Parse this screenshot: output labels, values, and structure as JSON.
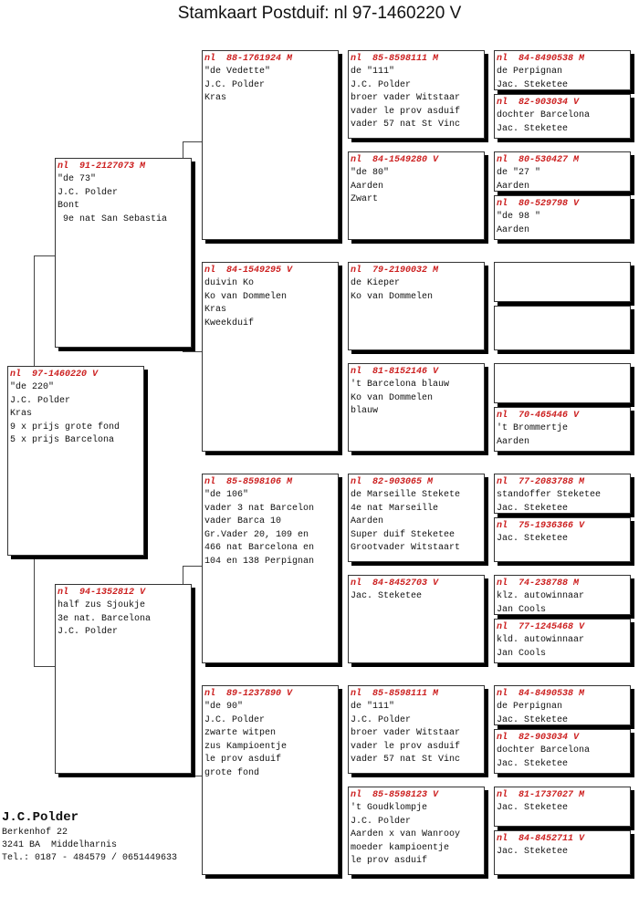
{
  "title": "Stamkaart Postduif: nl  97-1460220 V",
  "owner": {
    "name": "J.C.Polder",
    "address": "Berkenhof 22",
    "city": "3241 BA  Middelharnis",
    "phone": "Tel.: 0187 - 484579 / 0651449633"
  },
  "pedigree": {
    "subject": {
      "ring": "nl  97-1460220 V",
      "lines": [
        "\"de 220\"",
        "J.C. Polder",
        "Kras",
        "9 x prijs grote fond",
        "5 x prijs Barcelona"
      ]
    },
    "sire": {
      "ring": "nl  91-2127073 M",
      "lines": [
        "\"de 73\"",
        "J.C. Polder",
        "Bont",
        " 9e nat San Sebastia"
      ]
    },
    "dam": {
      "ring": "nl  94-1352812 V",
      "lines": [
        "half zus Sjoukje",
        "3e nat. Barcelona",
        "J.C. Polder"
      ]
    },
    "sire_sire": {
      "ring": "nl  88-1761924 M",
      "lines": [
        "\"de Vedette\"",
        "J.C. Polder",
        "Kras"
      ]
    },
    "sire_dam": {
      "ring": "nl  84-1549295 V",
      "lines": [
        "duivin Ko",
        "Ko van Dommelen",
        "Kras",
        "Kweekduif"
      ]
    },
    "dam_sire": {
      "ring": "nl  85-8598106 M",
      "lines": [
        "\"de 106\"",
        "vader 3 nat Barcelon",
        "vader Barca 10",
        "Gr.Vader 20, 109 en",
        "466 nat Barcelona en",
        "104 en 138 Perpignan"
      ]
    },
    "dam_dam": {
      "ring": "nl  89-1237890 V",
      "lines": [
        "\"de 90\"",
        "J.C. Polder",
        "zwarte witpen",
        "zus Kampioentje",
        "le prov asduif",
        "grote fond"
      ]
    },
    "ss_sire": {
      "ring": "nl  85-8598111 M",
      "lines": [
        "de \"111\"",
        "J.C. Polder",
        "broer vader Witstaar",
        "vader le prov asduif",
        "vader 57 nat St Vinc"
      ]
    },
    "ss_dam": {
      "ring": "nl  84-1549280 V",
      "lines": [
        "\"de 80\"",
        "Aarden",
        "Zwart"
      ]
    },
    "sd_sire": {
      "ring": "nl  79-2190032 M",
      "lines": [
        "de Kieper",
        "Ko van Dommelen"
      ]
    },
    "sd_dam": {
      "ring": "nl  81-8152146 V",
      "lines": [
        "'t Barcelona blauw",
        "Ko van Dommelen",
        "blauw"
      ]
    },
    "ds_sire": {
      "ring": "nl  82-903065 M",
      "lines": [
        "de Marseille Stekete",
        "4e nat Marseille",
        "Aarden",
        "Super duif Steketee",
        "Grootvader Witstaart"
      ]
    },
    "ds_dam": {
      "ring": "nl  84-8452703 V",
      "lines": [
        "",
        "Jac. Steketee"
      ]
    },
    "dd_sire": {
      "ring": "nl  85-8598111 M",
      "lines": [
        "de \"111\"",
        "J.C. Polder",
        "broer vader Witstaar",
        "vader le prov asduif",
        "vader 57 nat St Vinc"
      ]
    },
    "dd_dam": {
      "ring": "nl  85-8598123 V",
      "lines": [
        "'t Goudklompje",
        "J.C. Polder",
        "Aarden x van Wanrooy",
        "moeder kampioentje",
        "le prov asduif"
      ]
    },
    "g1": {
      "ring": "nl  84-8490538 M",
      "lines": [
        "de Perpignan",
        "Jac. Steketee"
      ]
    },
    "g2": {
      "ring": "nl  82-903034 V",
      "lines": [
        "dochter Barcelona",
        "Jac. Steketee"
      ]
    },
    "g3": {
      "ring": "nl  80-530427 M",
      "lines": [
        "de \"27 \"",
        "Aarden"
      ]
    },
    "g4": {
      "ring": "nl  80-529798 V",
      "lines": [
        "\"de 98 \"",
        "Aarden"
      ]
    },
    "g5": {
      "ring": "",
      "lines": []
    },
    "g6": {
      "ring": "",
      "lines": []
    },
    "g7": {
      "ring": "",
      "lines": []
    },
    "g8": {
      "ring": "nl  70-465446 V",
      "lines": [
        "'t Brommertje",
        "Aarden"
      ]
    },
    "g9": {
      "ring": "nl  77-2083788 M",
      "lines": [
        "standoffer Steketee",
        "Jac. Steketee"
      ]
    },
    "g10": {
      "ring": "nl  75-1936366 V",
      "lines": [
        "",
        "Jac. Steketee"
      ]
    },
    "g11": {
      "ring": "nl  74-238788 M",
      "lines": [
        "klz. autowinnaar",
        "Jan Cools"
      ]
    },
    "g12": {
      "ring": "nl  77-1245468 V",
      "lines": [
        "kld. autowinnaar",
        "Jan Cools"
      ]
    },
    "g13": {
      "ring": "nl  84-8490538 M",
      "lines": [
        "de Perpignan",
        "Jac. Steketee"
      ]
    },
    "g14": {
      "ring": "nl  82-903034 V",
      "lines": [
        "dochter Barcelona",
        "Jac. Steketee"
      ]
    },
    "g15": {
      "ring": "nl  81-1737027 M",
      "lines": [
        "",
        "Jac. Steketee"
      ]
    },
    "g16": {
      "ring": "nl  84-8452711 V",
      "lines": [
        "",
        "Jac. Steketee"
      ]
    }
  }
}
